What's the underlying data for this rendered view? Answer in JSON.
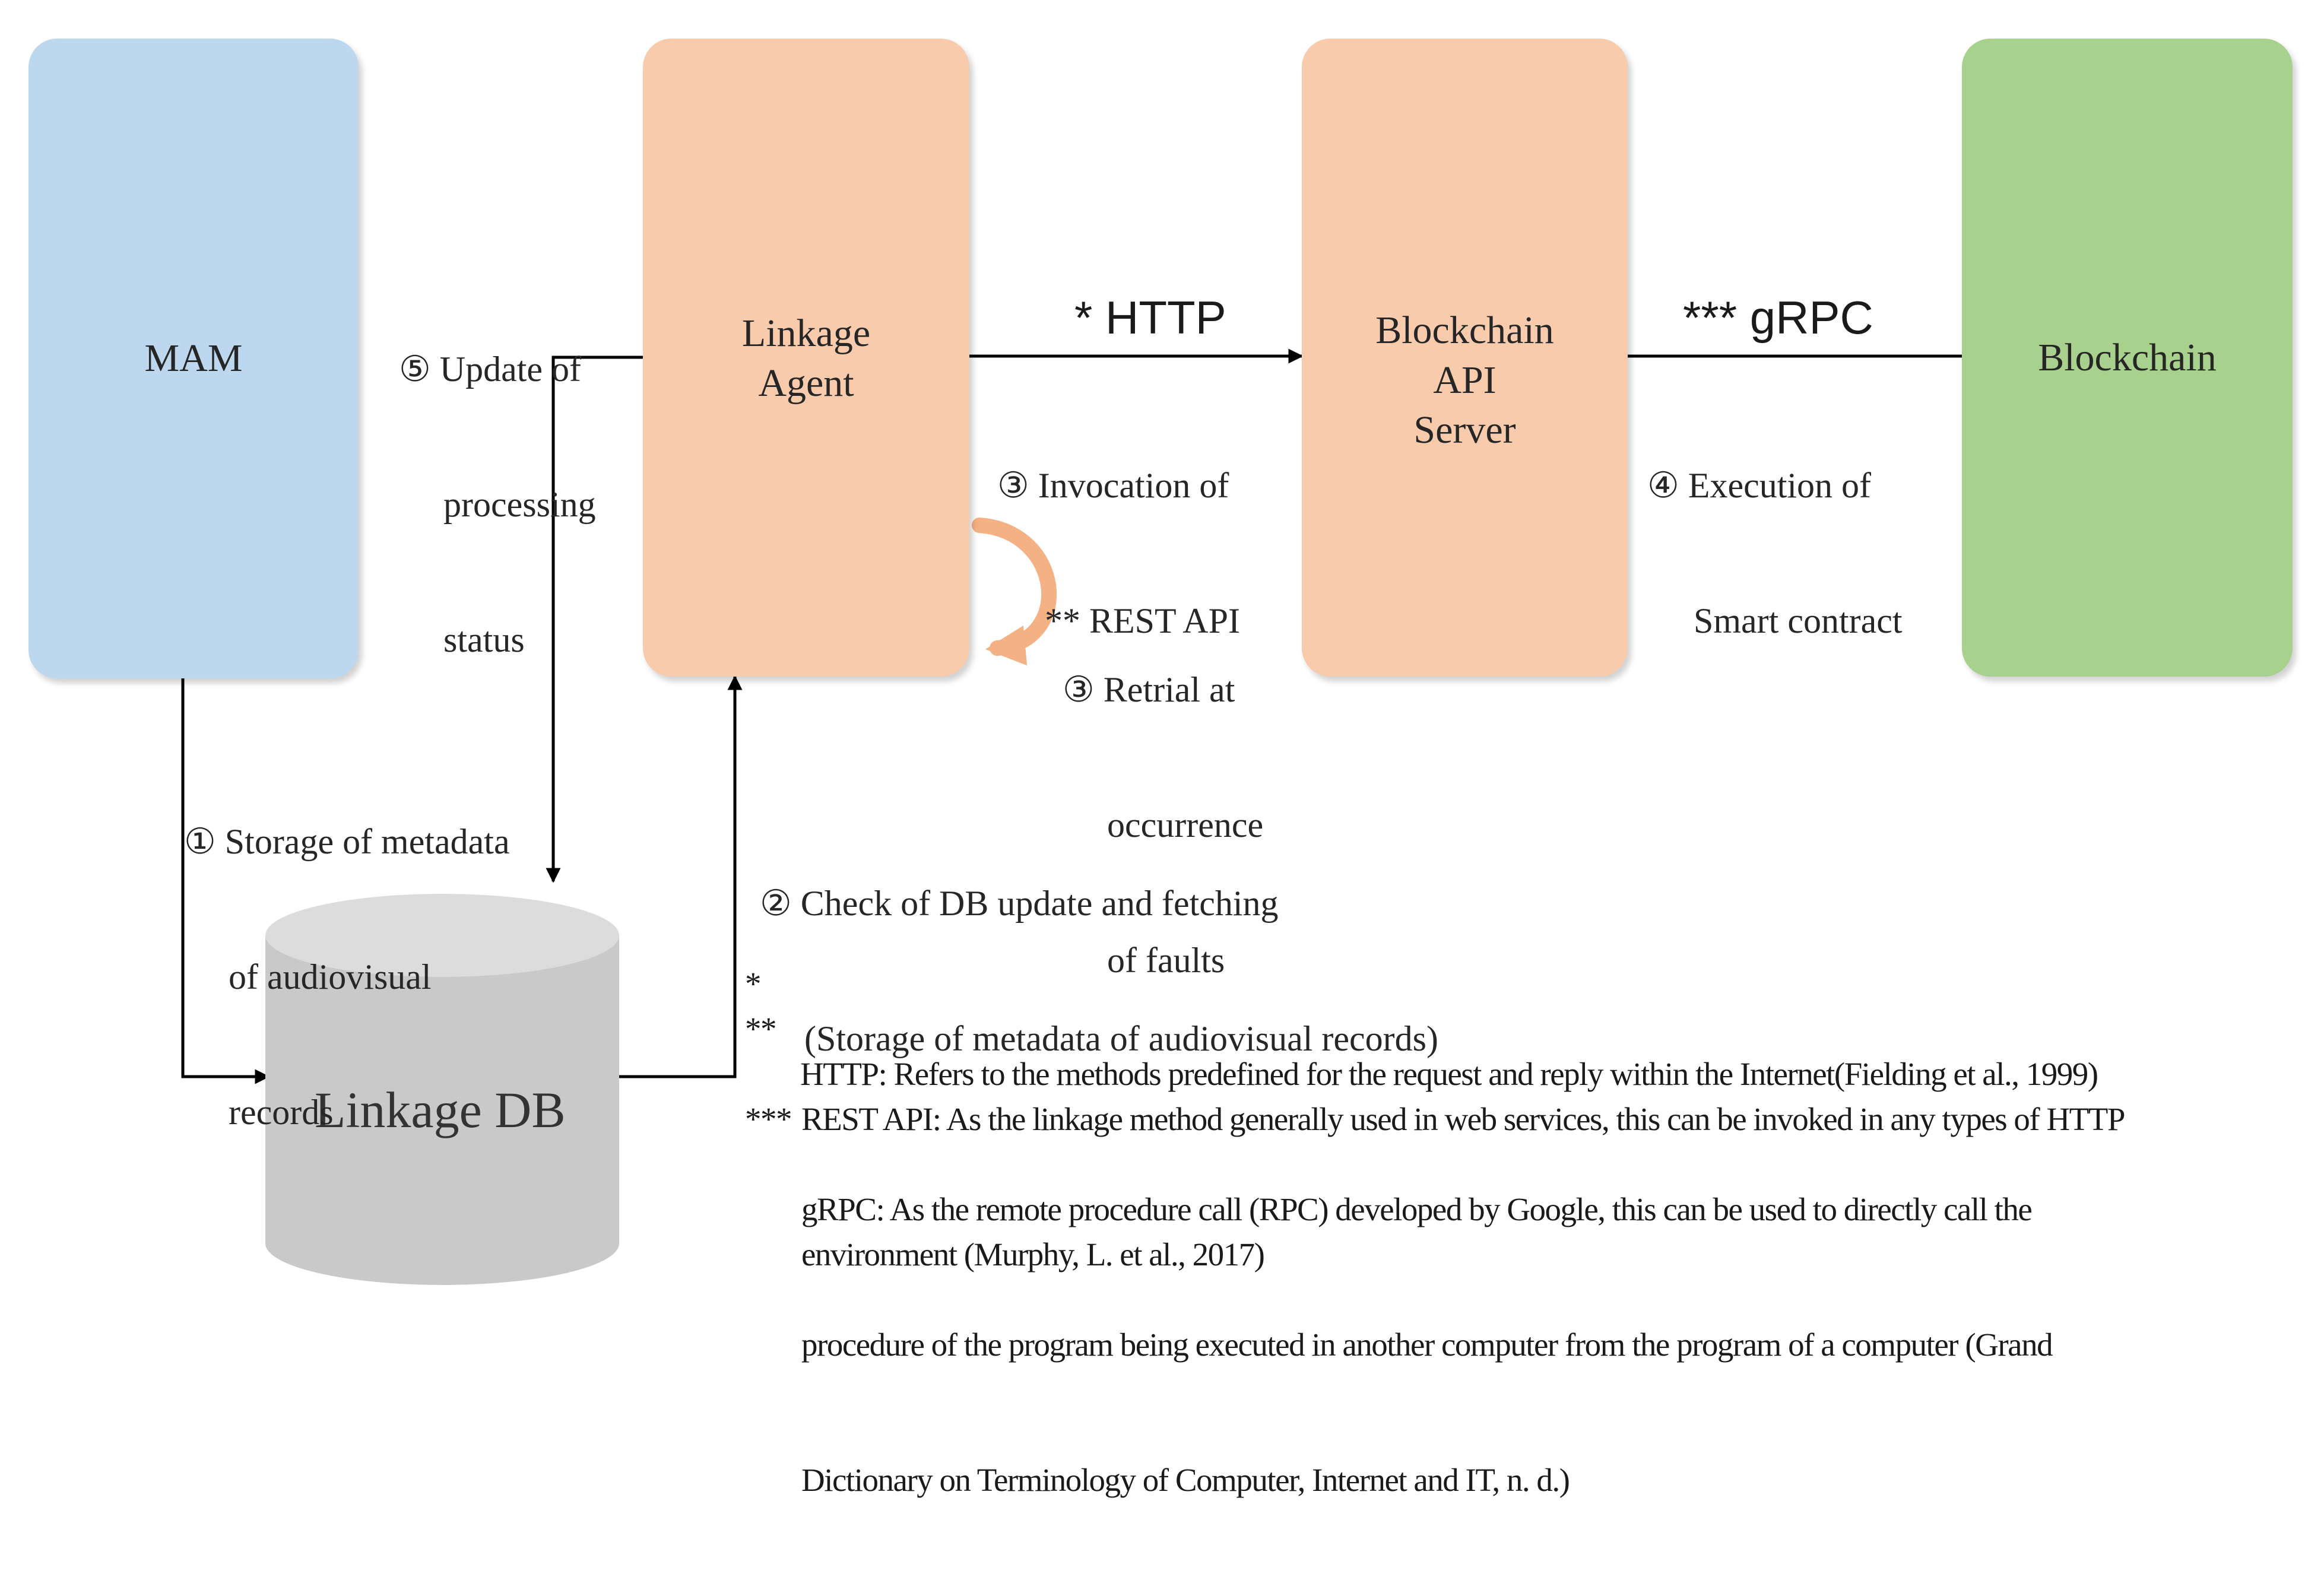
{
  "nodes": {
    "mam": {
      "label": "MAM",
      "color": "#bdd7ee"
    },
    "linkage_agent": {
      "label": "Linkage\nAgent",
      "color": "#f8cbad"
    },
    "blockchain_api_server": {
      "label": "Blockchain\nAPI\nServer",
      "color": "#f8cbad"
    },
    "blockchain": {
      "label": "Blockchain",
      "color": "#a9d18e"
    },
    "linkage_db": {
      "label": "Linkage DB",
      "color": "#c9c9c9"
    }
  },
  "edges": {
    "http": {
      "protocol": "* HTTP",
      "label_lines": [
        "③ Invocation of",
        "** REST API"
      ]
    },
    "grpc": {
      "protocol": "*** gRPC",
      "label_lines": [
        "④ Execution of",
        "Smart contract"
      ]
    },
    "update_status": {
      "label_lines": [
        "⑤ Update of",
        "processing",
        "status"
      ]
    },
    "retrial": {
      "label_lines": [
        "③ Retrial at",
        "occurrence",
        "of faults"
      ],
      "color": "#f4b183"
    },
    "storage": {
      "label_lines": [
        "① Storage of metadata",
        "of audiovisual",
        "records"
      ]
    },
    "check_db": {
      "label_lines": [
        "② Check of DB update and fetching",
        "(Storage of metadata of audiovisual records)"
      ]
    }
  },
  "notes": [
    {
      "marker": "*",
      "lines": [
        "HTTP: Refers to the methods predefined for the request and reply within the Internet(Fielding et al., 1999)"
      ]
    },
    {
      "marker": "**",
      "lines": [
        "REST API: As the linkage method generally used in web services, this can be invoked in any types of HTTP",
        "environment (Murphy, L. et al., 2017)"
      ]
    },
    {
      "marker": "***",
      "lines": [
        "gRPC: As the remote procedure call (RPC) developed by Google, this can be used to directly call the",
        "procedure of the program being executed in another computer from the program of a computer (Grand",
        "Dictionary on Terminology of Computer, Internet and IT, n. d.)"
      ]
    }
  ]
}
